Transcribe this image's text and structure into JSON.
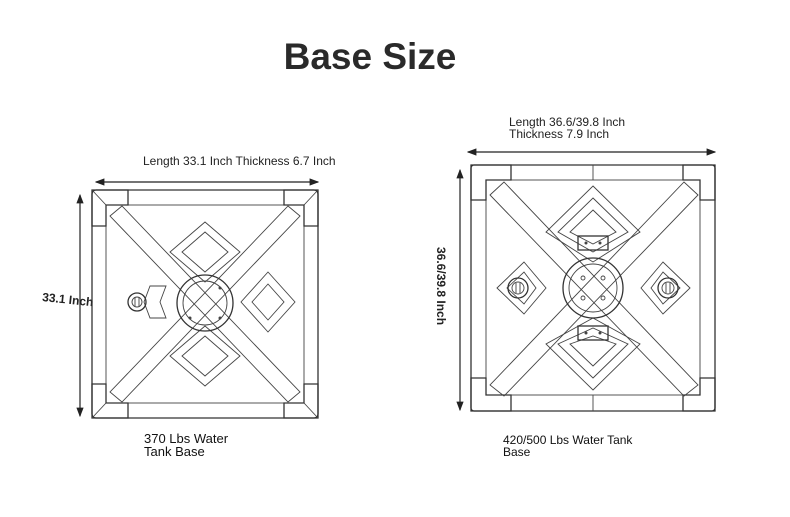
{
  "title": "Base Size",
  "bases": [
    {
      "length_label": "Length 33.1 Inch Thickness 6.7 Inch",
      "side_label": "33.1 Inch",
      "caption_line1": "370 Lbs Water",
      "caption_line2": "Tank Base"
    },
    {
      "length_label_line1": "Length 36.6/39.8 Inch",
      "length_label_line2": "Thickness 7.9 Inch",
      "side_label": "36.6/39.8 Inch",
      "caption_line1": "420/500 Lbs Water Tank",
      "caption_line2": "Base"
    }
  ]
}
